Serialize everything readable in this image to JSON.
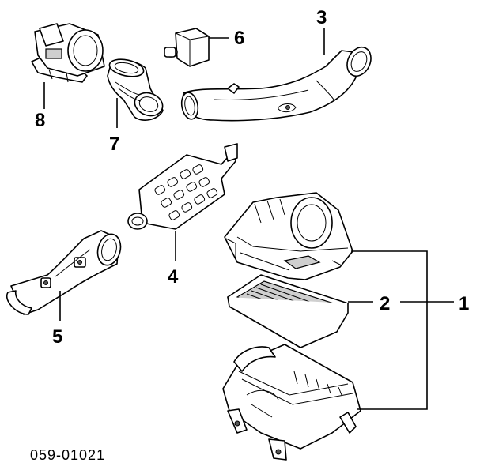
{
  "callouts": {
    "c1": "1",
    "c2": "2",
    "c3": "3",
    "c4": "4",
    "c5": "5",
    "c6": "6",
    "c7": "7",
    "c8": "8"
  },
  "drawing_number": "059-01021",
  "parts": [
    {
      "callout": "1",
      "icon": "air-cleaner-assembly-icon"
    },
    {
      "callout": "2",
      "icon": "air-filter-element-icon"
    },
    {
      "callout": "3",
      "icon": "intake-air-duct-icon"
    },
    {
      "callout": "4",
      "icon": "resonator-icon"
    },
    {
      "callout": "5",
      "icon": "intake-hose-icon"
    },
    {
      "callout": "6",
      "icon": "cap-icon"
    },
    {
      "callout": "7",
      "icon": "hose-elbow-icon"
    },
    {
      "callout": "8",
      "icon": "mass-air-flow-sensor-icon"
    }
  ]
}
